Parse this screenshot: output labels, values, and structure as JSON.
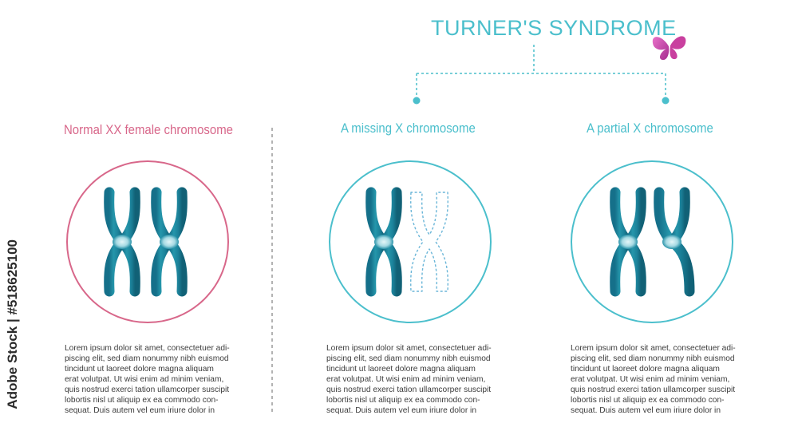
{
  "title": "TURNER'S SYNDROME",
  "panels": [
    {
      "heading": "Normal XX female chromosome",
      "body": "Lorem ipsum dolor sit amet, consectetuer adi-\npiscing elit, sed diam nonummy nibh euismod\ntincidunt ut laoreet dolore magna aliquam\nerat volutpat. Ut wisi enim ad minim veniam,\nquis nostrud exerci tation ullamcorper suscipit\nlobortis nisl ut aliquip ex ea commodo con-\nsequat. Duis autem vel eum iriure dolor in"
    },
    {
      "heading": "A missing X chromosome",
      "body": "Lorem ipsum dolor sit amet, consectetuer adi-\npiscing elit, sed diam nonummy nibh euismod\ntincidunt ut laoreet dolore magna aliquam\nerat volutpat. Ut wisi enim ad minim veniam,\nquis nostrud exerci tation ullamcorper suscipit\nlobortis nisl ut aliquip ex ea commodo con-\nsequat. Duis autem vel eum iriure dolor in"
    },
    {
      "heading": "A partial X chromosome",
      "body": "Lorem ipsum dolor sit amet, consectetuer adi-\npiscing elit, sed diam nonummy nibh euismod\ntincidunt ut laoreet dolore magna aliquam\nerat volutpat. Ut wisi enim ad minim veniam,\nquis nostrud exerci tation ullamcorper suscipit\nlobortis nisl ut aliquip ex ea commodo con-\nsequat. Duis autem vel eum iriure dolor in"
    }
  ],
  "stock_credit": "Adobe Stock | #518625100",
  "colors": {
    "accent_teal": "#4bbfcc",
    "accent_pink": "#d8678a",
    "chromosome_dark": "#1a7e92",
    "chromosome_light": "#bfe6ec",
    "butterfly": "#c43aa8"
  },
  "icons": [
    "butterfly-icon"
  ]
}
